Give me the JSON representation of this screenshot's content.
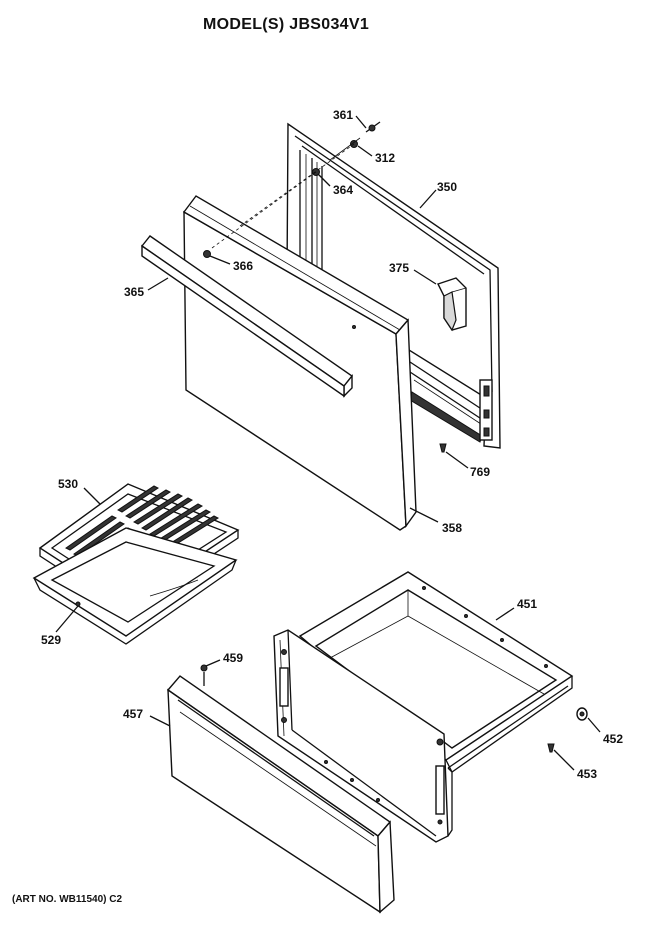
{
  "header": {
    "model": "MODEL(S) JBS034V1"
  },
  "footer": {
    "art_no": "(ART NO. WB11540) C2"
  },
  "callouts": {
    "c361": "361",
    "c312": "312",
    "c364": "364",
    "c350": "350",
    "c366": "366",
    "c365": "365",
    "c375": "375",
    "c769": "769",
    "c358": "358",
    "c530": "530",
    "c529": "529",
    "c451": "451",
    "c459": "459",
    "c457": "457",
    "c452": "452",
    "c453": "453"
  }
}
